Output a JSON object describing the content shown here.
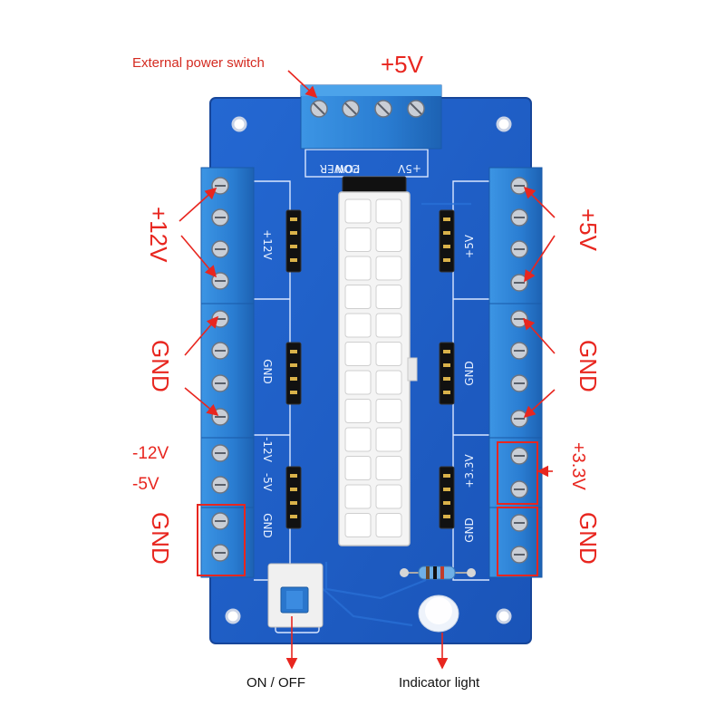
{
  "labels": {
    "external_power_switch": "External  power switch",
    "top_5v": "+5V",
    "left_12v": "+12V",
    "left_gnd": "GND",
    "left_neg12v": "-12V",
    "left_neg5v": "-5V",
    "left_gnd2": "GND",
    "right_5v": "+5V",
    "right_gnd": "GND",
    "right_3v3": "+3.3V",
    "right_gnd2": "GND",
    "on_off": "ON / OFF",
    "indicator_light": "Indicator light"
  },
  "silkscreen": {
    "top_power": "POWER",
    "top_con": "CON",
    "top_5v": "+5V",
    "left_12v": "+12V",
    "left_gnd": "GND",
    "left_neg12v": "-12V",
    "left_neg5v": "-5V",
    "left_gnd2": "GND",
    "right_5v": "+5V",
    "right_gnd": "GND",
    "right_3v3": "+3.3V",
    "right_gnd2": "GND"
  },
  "colors": {
    "board": "#1e5fc8",
    "terminal": "#2f83d6",
    "annotation": "#e8261f",
    "connector": "#f4f4f4"
  }
}
